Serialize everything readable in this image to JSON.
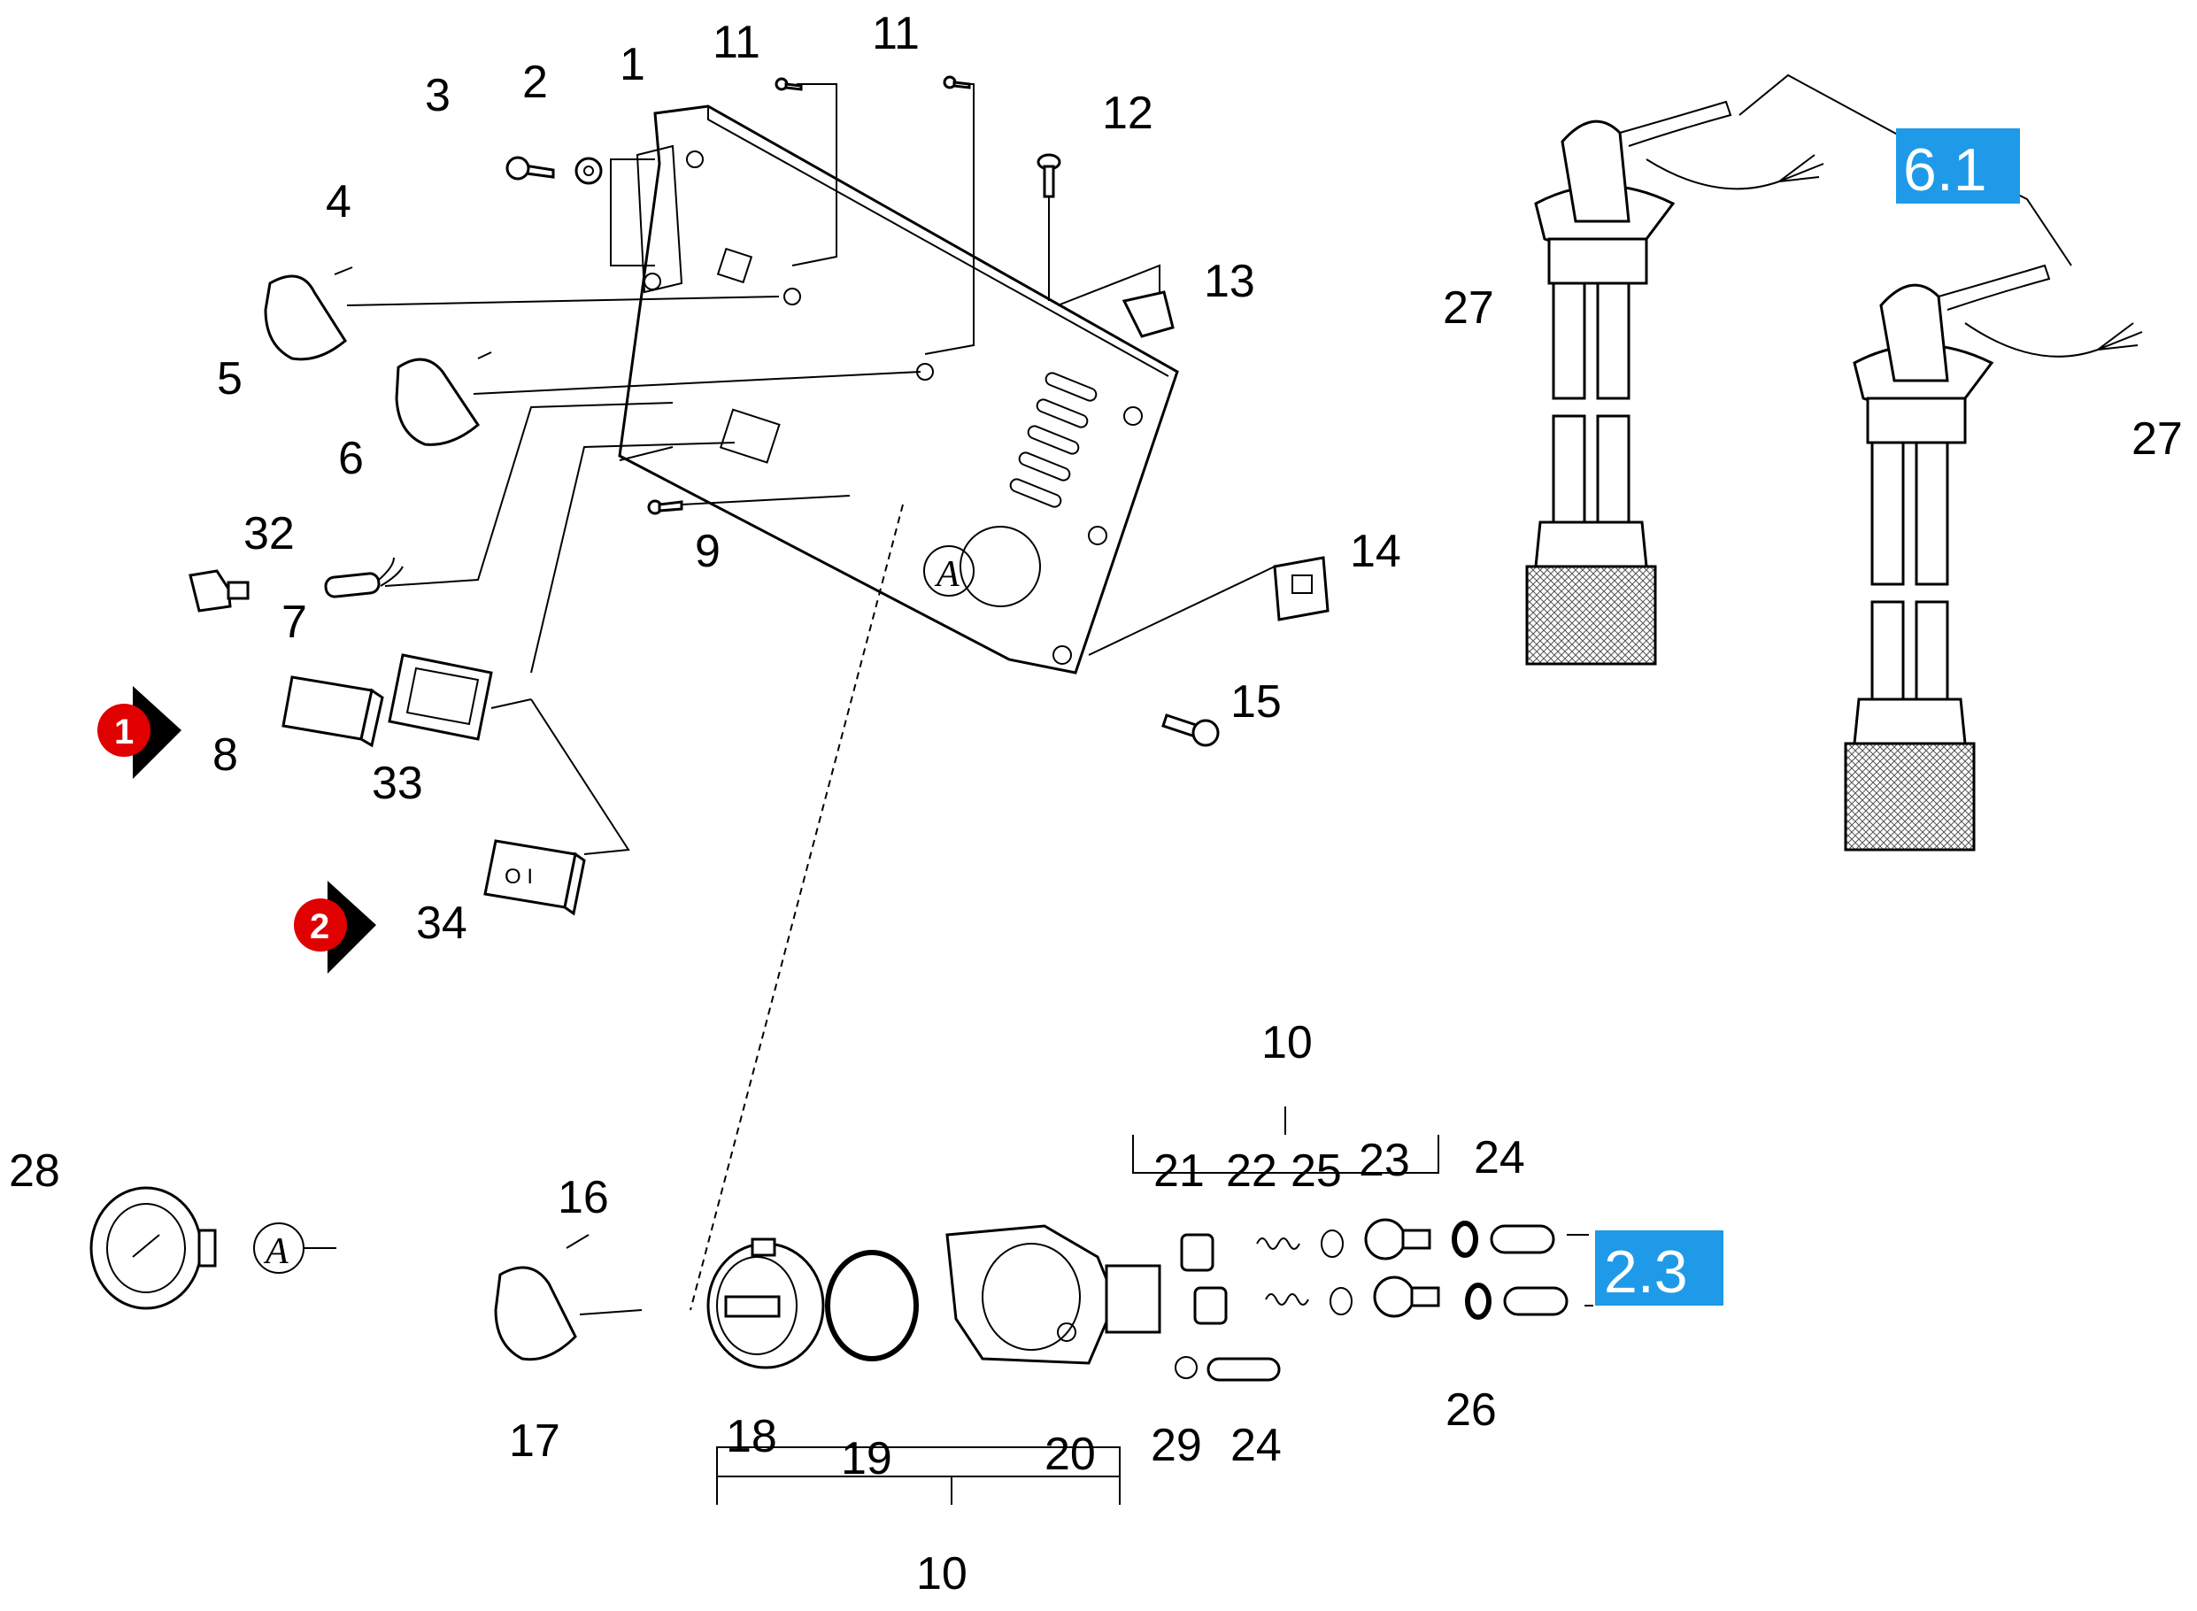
{
  "labels": {
    "p1": "1",
    "p2": "2",
    "p3": "3",
    "p4": "4",
    "p5": "5",
    "p6": "6",
    "p7": "7",
    "p8": "8",
    "p9": "9",
    "p10_top": "10",
    "p10_bottom": "10",
    "p11_left": "11",
    "p11_right": "11",
    "p12": "12",
    "p13": "13",
    "p14": "14",
    "p15": "15",
    "p16": "16",
    "p17": "17",
    "p18": "18",
    "p19": "19",
    "p20": "20",
    "p21": "21",
    "p22": "22",
    "p23": "23",
    "p24_top": "24",
    "p24_bottom": "24",
    "p25": "25",
    "p26": "26",
    "p27_left": "27",
    "p27_right": "27",
    "p28": "28",
    "p29": "29",
    "p32": "32",
    "p33": "33",
    "p34": "34"
  },
  "references": {
    "ref_6_1": "6.1",
    "ref_2_3": "2.3"
  },
  "badges": {
    "badge_1": "1",
    "badge_2": "2"
  },
  "callout_letter": {
    "a_panel": "A",
    "a_gauge": "A"
  },
  "switch_symbols": {
    "on_off": "O I"
  },
  "colors": {
    "reference_box": "#1e9ae8",
    "badge_red": "#e00000",
    "badge_shadow": "#000000",
    "line": "#000000"
  }
}
